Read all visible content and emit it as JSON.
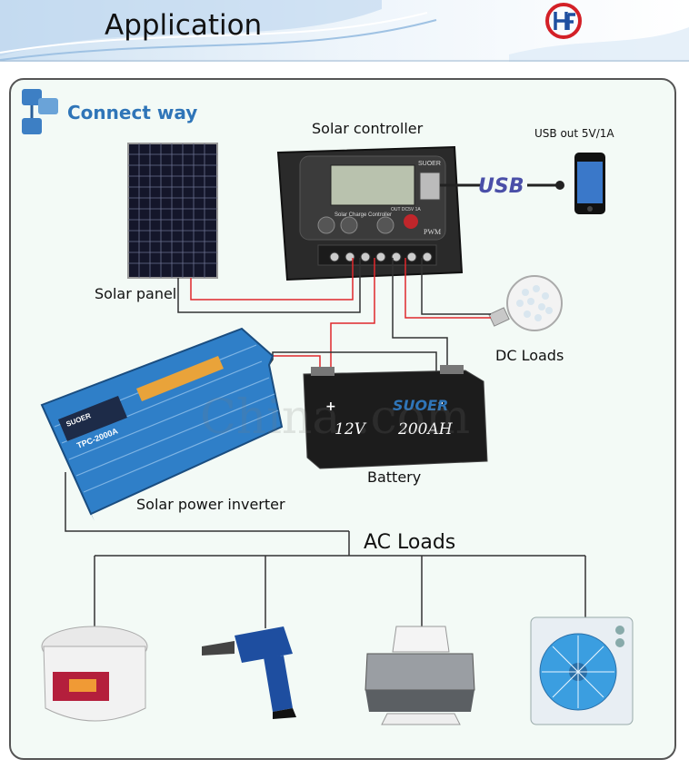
{
  "header": {
    "title": "Application",
    "logo_text": "HF"
  },
  "section": {
    "title": "Connect way"
  },
  "components": {
    "solar_controller": "Solar controller",
    "controller_brand": "SUOER",
    "controller_model": "Solar Charge Controller",
    "controller_out": "OUT DC5V 1A",
    "controller_pwm": "PWM",
    "usb_out": "USB out 5V/1A",
    "usb_label": "USB",
    "solar_panel": "Solar panel",
    "dc_loads": "DC Loads",
    "battery": "Battery",
    "battery_voltage": "12V",
    "battery_capacity": "200AH",
    "battery_plus": "+",
    "battery_minus": "-",
    "battery_brand": "SUOER",
    "inverter": "Solar power inverter",
    "inverter_brand": "SUOER",
    "inverter_model": "TPC-2000A",
    "ac_loads": "AC Loads"
  },
  "watermark": "China  .com",
  "colors": {
    "accent": "#2f75b8",
    "wire_red": "#e0282c",
    "wire_dark": "#333333",
    "panel_bg": "#f3faf6"
  }
}
